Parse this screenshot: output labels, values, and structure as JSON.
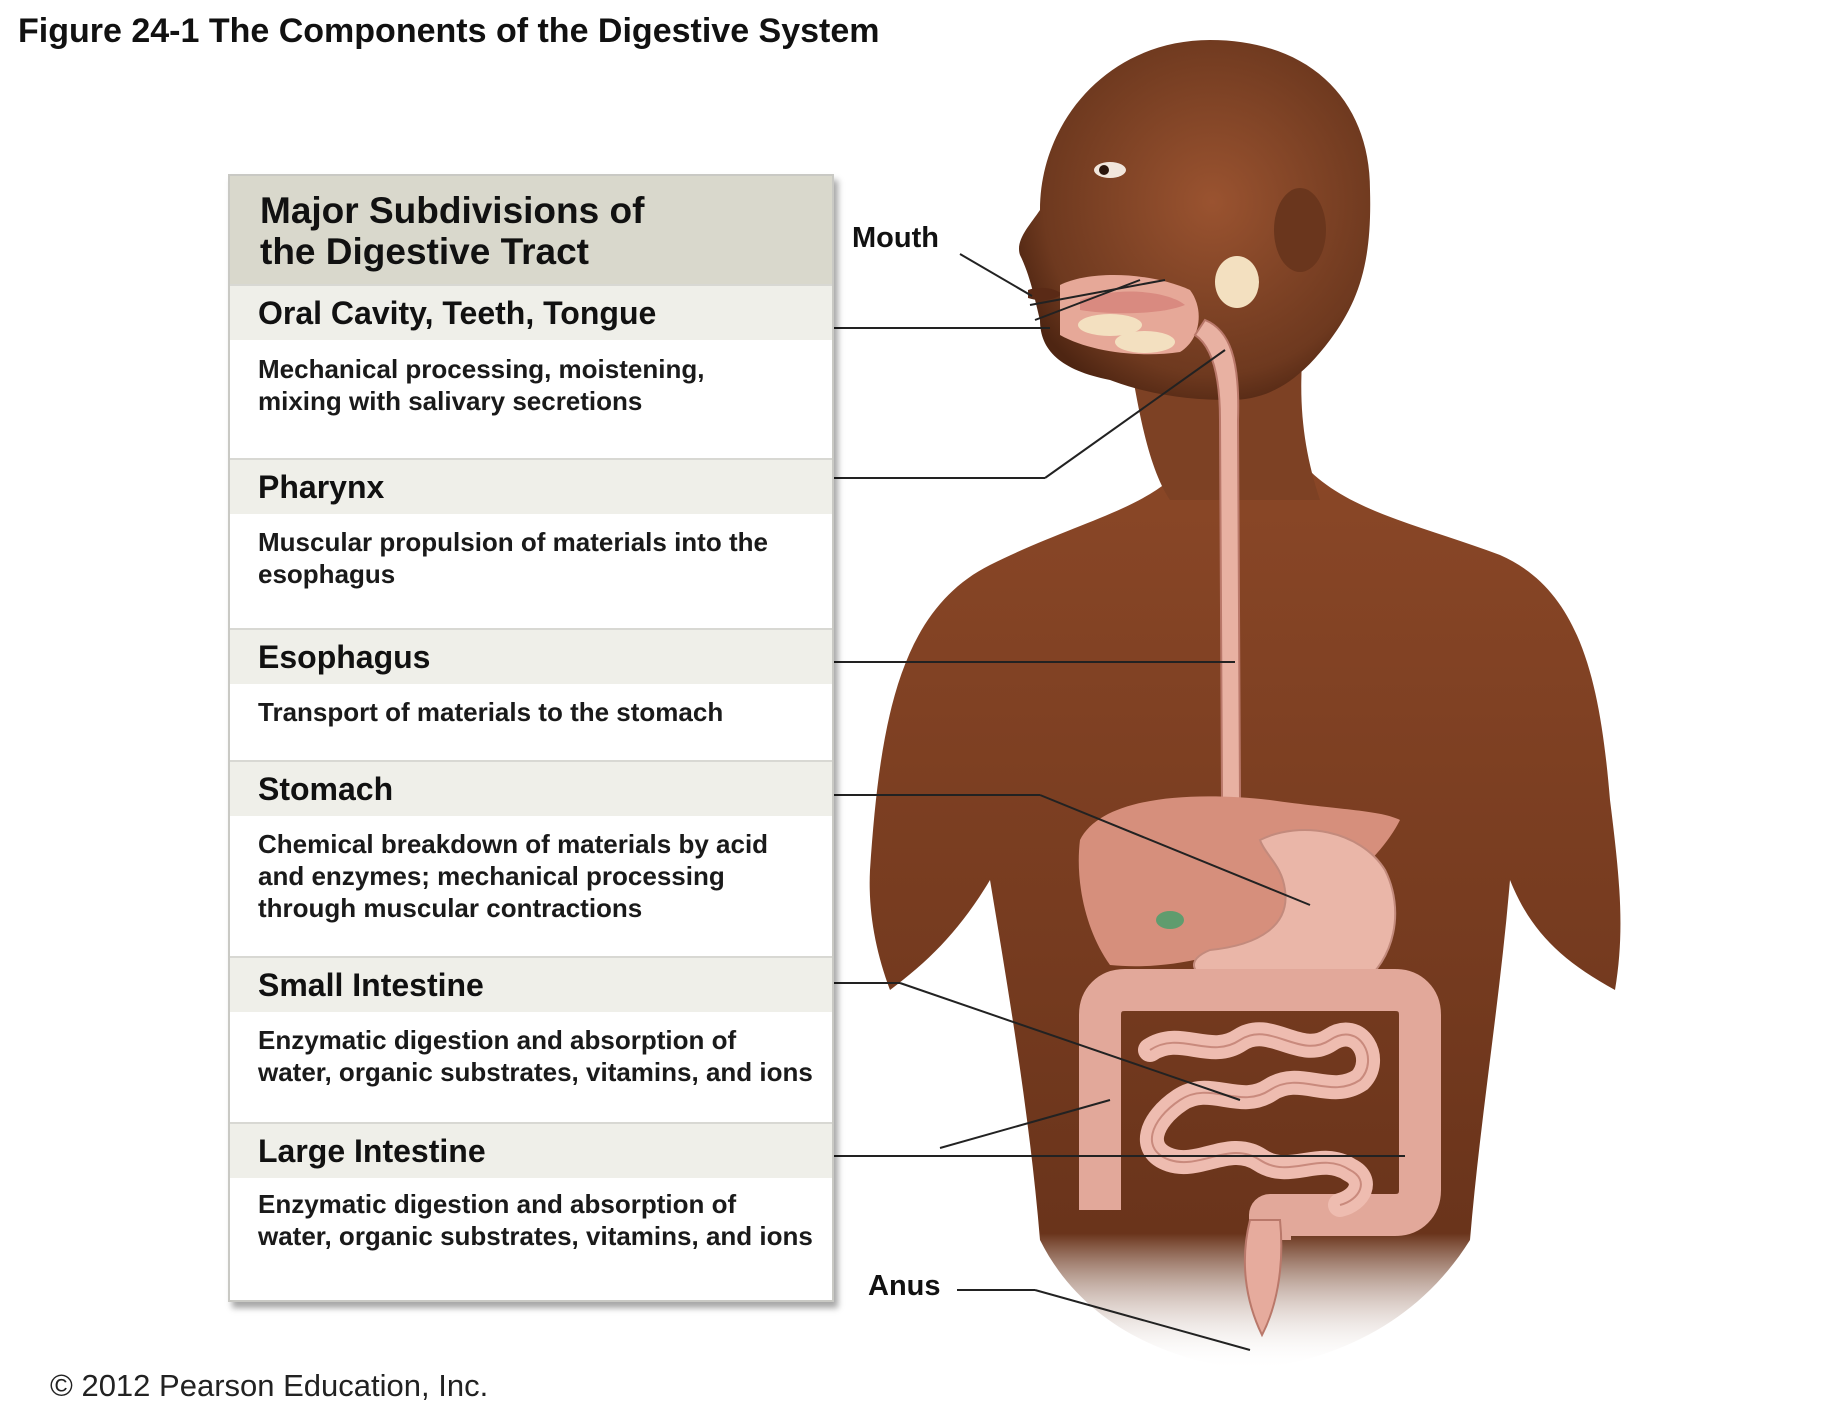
{
  "figure_title": "Figure 24-1  The Components of the Digestive System",
  "panel": {
    "title_line1": "Major Subdivisions of",
    "title_line2": "the Digestive Tract",
    "sections": [
      {
        "name": "Oral Cavity,  Teeth,  Tongue",
        "desc1": "Mechanical processing, moistening,",
        "desc2": "mixing with salivary secretions",
        "desc3": ""
      },
      {
        "name": "Pharynx",
        "desc1": "Muscular propulsion of materials into the",
        "desc2": "esophagus",
        "desc3": ""
      },
      {
        "name": "Esophagus",
        "desc1": "Transport of materials to the stomach",
        "desc2": "",
        "desc3": ""
      },
      {
        "name": "Stomach",
        "desc1": "Chemical breakdown of materials by acid",
        "desc2": "and enzymes; mechanical processing",
        "desc3": "through muscular contractions"
      },
      {
        "name": "Small  Intestine",
        "desc1": "Enzymatic digestion and absorption  of",
        "desc2": "water, organic substrates,  vitamins, and ions",
        "desc3": ""
      },
      {
        "name": "Large  Intestine",
        "desc1": "Enzymatic digestion and absorption  of",
        "desc2": "water, organic substrates,  vitamins, and ions",
        "desc3": ""
      }
    ]
  },
  "labels": {
    "mouth": "Mouth",
    "anus": "Anus"
  },
  "copyright": "© 2012 Pearson Education, Inc.",
  "colors": {
    "skin": "#7a3f22",
    "skin_highlight": "#a45a33",
    "organ": "#e8b1a2",
    "intestine": "#eebcb0",
    "liver": "#d68f7c",
    "panel_header": "#d9d8cc",
    "section_band": "#efefe9"
  }
}
